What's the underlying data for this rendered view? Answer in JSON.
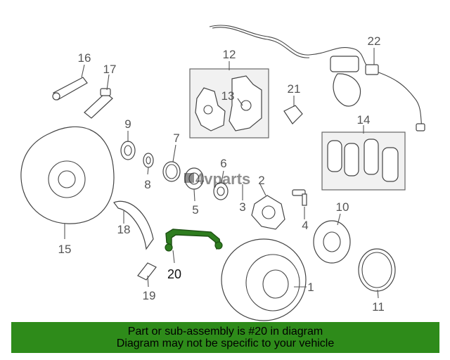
{
  "brand": {
    "watermark": "4vparts"
  },
  "highlight": {
    "callout": "20",
    "color": "#2e7d1f"
  },
  "callouts": [
    {
      "id": "1"
    },
    {
      "id": "2"
    },
    {
      "id": "3"
    },
    {
      "id": "4"
    },
    {
      "id": "5"
    },
    {
      "id": "6"
    },
    {
      "id": "7"
    },
    {
      "id": "8"
    },
    {
      "id": "9"
    },
    {
      "id": "10"
    },
    {
      "id": "11"
    },
    {
      "id": "12"
    },
    {
      "id": "13"
    },
    {
      "id": "14"
    },
    {
      "id": "15"
    },
    {
      "id": "16"
    },
    {
      "id": "17"
    },
    {
      "id": "18"
    },
    {
      "id": "19"
    },
    {
      "id": "21"
    },
    {
      "id": "22"
    }
  ],
  "banner": {
    "line1": "Part or sub-assembly is #20 in diagram",
    "line2": "Diagram may not be specific to your vehicle",
    "background": "#2e8b1a"
  }
}
